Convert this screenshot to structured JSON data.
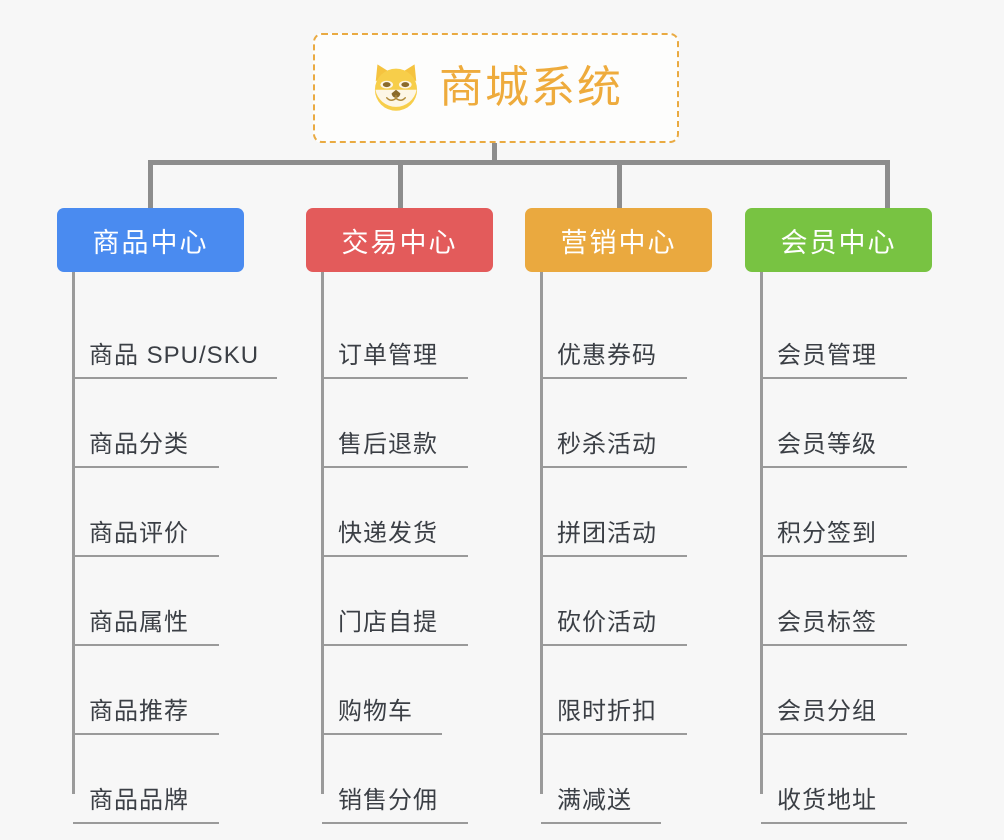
{
  "root": {
    "title": "商城系统",
    "icon": "shiba-dog-icon",
    "border_color": "#e9aa42",
    "text_color": "#eeab3c",
    "background": "#fdfdfc"
  },
  "canvas": {
    "background": "#f7f7f7",
    "connector_color": "#8d8d8d"
  },
  "columns": [
    {
      "id": "product-center",
      "label": "商品中心",
      "color": "#4a8bf0",
      "items": [
        {
          "label": "商品 SPU/SKU",
          "rule_width": 204
        },
        {
          "label": "商品分类",
          "rule_width": 146
        },
        {
          "label": "商品评价",
          "rule_width": 146
        },
        {
          "label": "商品属性",
          "rule_width": 146
        },
        {
          "label": "商品推荐",
          "rule_width": 146
        },
        {
          "label": "商品品牌",
          "rule_width": 146
        }
      ]
    },
    {
      "id": "trade-center",
      "label": "交易中心",
      "color": "#e35b5b",
      "items": [
        {
          "label": "订单管理",
          "rule_width": 146
        },
        {
          "label": "售后退款",
          "rule_width": 146
        },
        {
          "label": "快递发货",
          "rule_width": 146
        },
        {
          "label": "门店自提",
          "rule_width": 146
        },
        {
          "label": "购物车",
          "rule_width": 120
        },
        {
          "label": "销售分佣",
          "rule_width": 146
        }
      ]
    },
    {
      "id": "marketing-center",
      "label": "营销中心",
      "color": "#eaa93f",
      "items": [
        {
          "label": "优惠券码",
          "rule_width": 146
        },
        {
          "label": "秒杀活动",
          "rule_width": 146
        },
        {
          "label": "拼团活动",
          "rule_width": 146
        },
        {
          "label": "砍价活动",
          "rule_width": 146
        },
        {
          "label": "限时折扣",
          "rule_width": 146
        },
        {
          "label": "满减送",
          "rule_width": 120
        }
      ]
    },
    {
      "id": "member-center",
      "label": "会员中心",
      "color": "#78c342",
      "items": [
        {
          "label": "会员管理",
          "rule_width": 146
        },
        {
          "label": "会员等级",
          "rule_width": 146
        },
        {
          "label": "积分签到",
          "rule_width": 146
        },
        {
          "label": "会员标签",
          "rule_width": 146
        },
        {
          "label": "会员分组",
          "rule_width": 146
        },
        {
          "label": "收货地址",
          "rule_width": 146
        }
      ]
    }
  ]
}
